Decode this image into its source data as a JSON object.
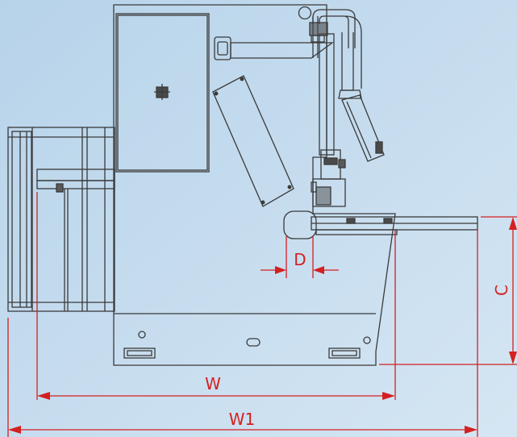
{
  "dimensions": {
    "w": "W",
    "w1": "W1",
    "c": "C",
    "d": "D"
  },
  "colors": {
    "background": "#c9dff0",
    "machine_line": "#3a3a3a",
    "dimension": "#d42020"
  }
}
